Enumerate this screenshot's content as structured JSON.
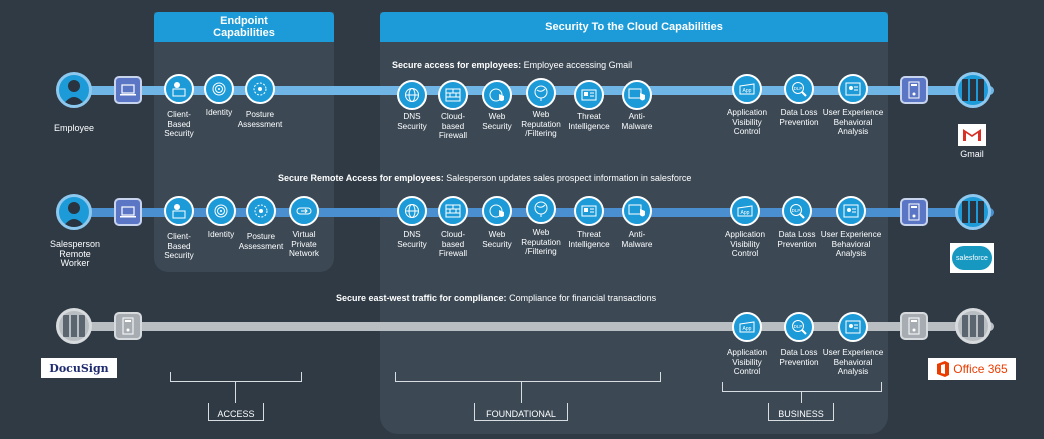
{
  "headers": {
    "endpoint": "Endpoint\nCapabilities",
    "cloud": "Security To the Cloud Capabilities"
  },
  "rows": [
    {
      "title_bold": "Secure access for employees:",
      "title_rest": " Employee accessing Gmail",
      "user_label": "Employee",
      "endpoint_labels": [
        "Client-\nBased\nSecurity",
        "Identity",
        "Posture\nAssessment"
      ],
      "cloud_labels": [
        "DNS\nSecurity",
        "Cloud-\nbased\nFirewall",
        "Web\nSecurity",
        "Web\nReputation\n/Filtering",
        "Threat\nIntelligence",
        "Anti-\nMalware"
      ],
      "business_labels": [
        "Application\nVisibility\nControl",
        "Data Loss\nPrevention",
        "User Experience\nBehavioral\nAnalysis"
      ],
      "app_label": "Gmail"
    },
    {
      "title_bold": "Secure Remote Access for employees:",
      "title_rest": " Salesperson updates sales prospect information in salesforce",
      "user_label": "Salesperson\nRemote\nWorker",
      "endpoint_labels": [
        "Client-\nBased\nSecurity",
        "Identity",
        "Posture\nAssessment",
        "Virtual\nPrivate\nNetwork"
      ],
      "cloud_labels": [
        "DNS\nSecurity",
        "Cloud-\nbased\nFirewall",
        "Web\nSecurity",
        "Web\nReputation\n/Filtering",
        "Threat\nIntelligence",
        "Anti-\nMalware"
      ],
      "business_labels": [
        "Application\nVisibility\nControl",
        "Data Loss\nPrevention",
        "User Experience\nBehavioral\nAnalysis"
      ],
      "app_label": "salesforce"
    },
    {
      "title_bold": "Secure east-west traffic for compliance:",
      "title_rest": " Compliance for financial transactions",
      "business_labels": [
        "Application\nVisibility\nControl",
        "Data Loss\nPrevention",
        "User Experience\nBehavioral\nAnalysis"
      ],
      "left_logo": "DocuSign",
      "right_logo": "Office 365"
    }
  ],
  "categories": [
    "ACCESS",
    "FOUNDATIONAL",
    "BUSINESS"
  ],
  "icon_text": {
    "app": "App",
    "dlp": "DLP"
  },
  "colors": {
    "background": "#2f3a45",
    "panel": "#3c4955",
    "header": "#1c9bd8",
    "icon": "#1c9bd8",
    "line_blue": "#6fb6e6",
    "line_grey": "#b9bec3",
    "device": "#5a76c4"
  }
}
